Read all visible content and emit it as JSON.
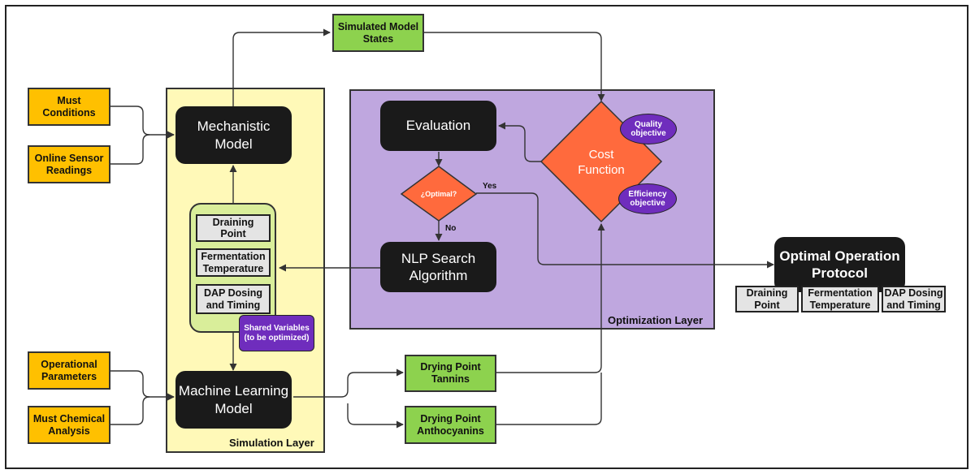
{
  "inputs": {
    "must_conditions": "Must\nConditions",
    "online_sensor": "Online Sensor\nReadings",
    "operational_params": "Operational\nParameters",
    "must_chemical": "Must Chemical\nAnalysis"
  },
  "simulation": {
    "layer_label": "Simulation Layer",
    "mechanistic_model": "Mechanistic\nModel",
    "ml_model": "Machine Learning\nModel",
    "vars": [
      "Draining\nPoint",
      "Fermentation\nTemperature",
      "DAP Dosing\nand Timing"
    ],
    "shared_vars": "Shared Variables\n(to be optimized)"
  },
  "outputs": {
    "simulated_states": "Simulated Model\nStates",
    "drying_tannins": "Drying Point\nTannins",
    "drying_anthocyanins": "Drying Point\nAnthocyanins"
  },
  "optimization": {
    "layer_label": "Optimization Layer",
    "evaluation": "Evaluation",
    "optimal_decision": "¿Optimal?",
    "yes": "Yes",
    "no": "No",
    "nlp": "NLP Search\nAlgorithm",
    "cost_function": "Cost\nFunction",
    "quality_objective": "Quality\nobjective",
    "efficiency_objective": "Efficiency\nobjective"
  },
  "protocol": {
    "title": "Optimal Operation\nProtocol",
    "items": [
      "Draining\nPoint",
      "Fermentation\nTemperature",
      "DAP Dosing\nand Timing"
    ]
  },
  "colors": {
    "input": "#FFC000",
    "output": "#8DD24E",
    "simulation_layer": "#FFF9B8",
    "optimization_layer": "#BFA7DF",
    "decision": "#FF6A3D",
    "objective": "#6F2DBD"
  }
}
